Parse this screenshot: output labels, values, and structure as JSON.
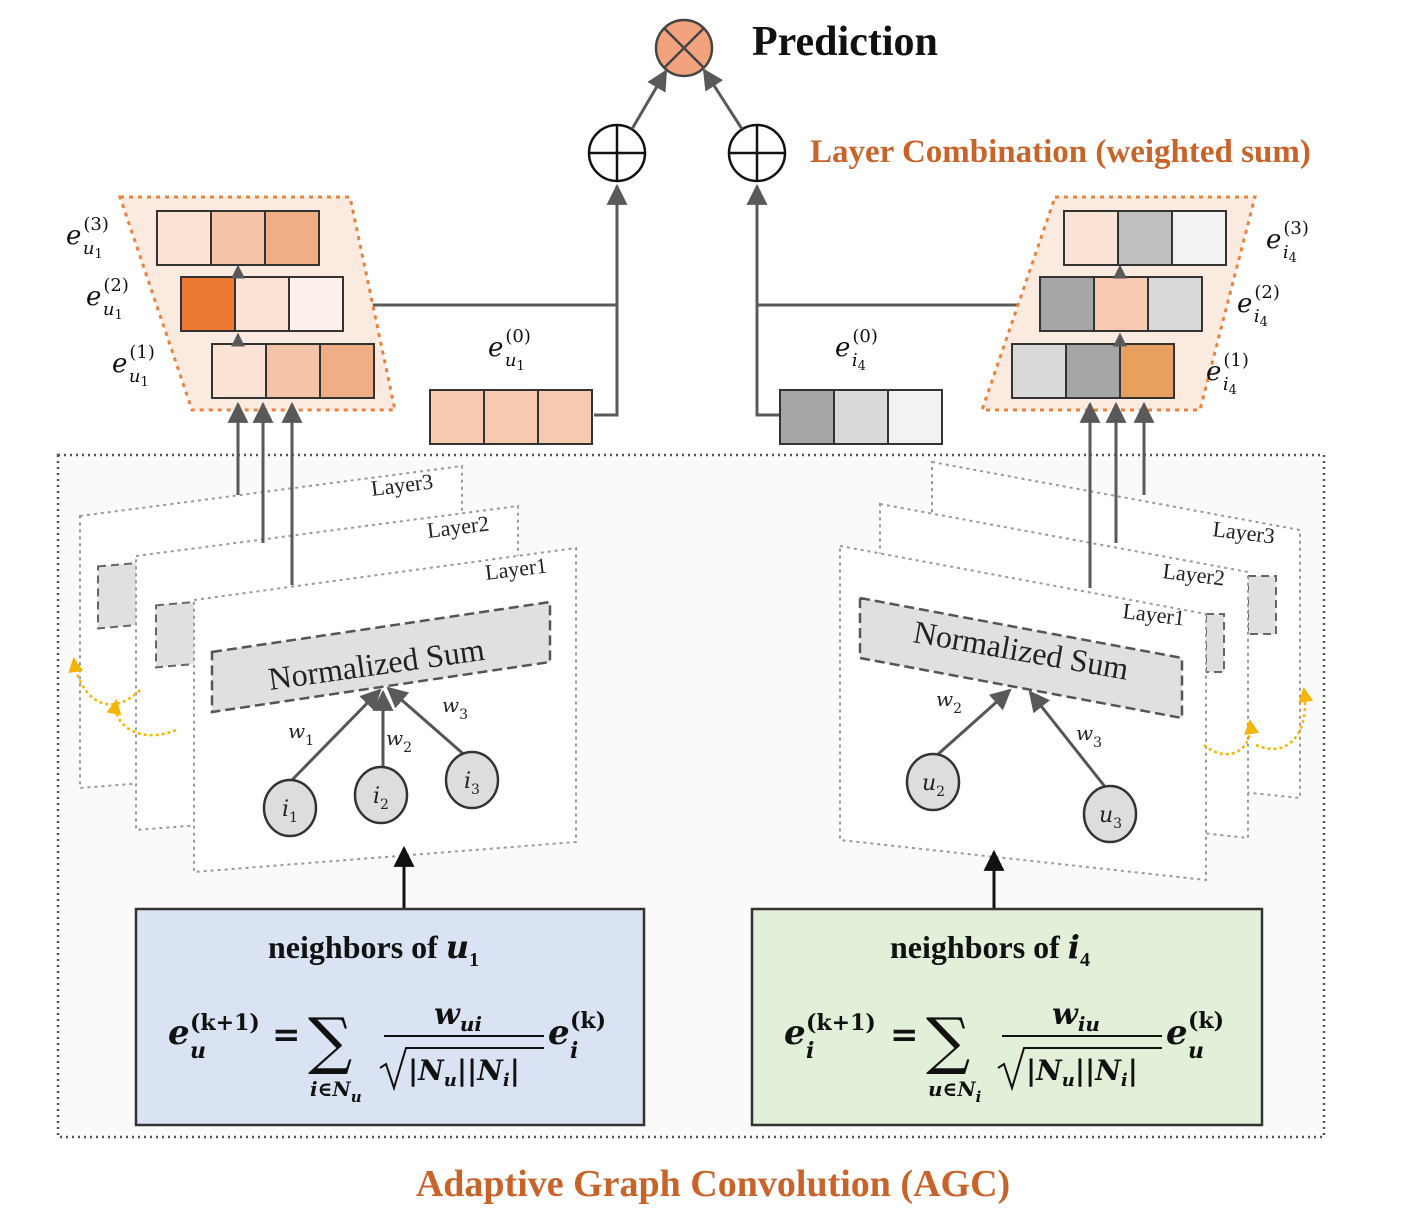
{
  "title": "Prediction",
  "layer_combination_label": "Layer Combination (weighted sum)",
  "agc_label": "Adaptive Graph Convolution (AGC)",
  "colors": {
    "orange_text": "#C8642A",
    "prediction_node": "#F2A27C",
    "dotted_orange": "#E8823C",
    "param_fill": "#FBE7DC",
    "left_box": "#DAE3F3",
    "right_box": "#E2F0D9",
    "gray_dark": "#333333"
  },
  "left": {
    "embedding_labels": {
      "e3": {
        "base": "e",
        "sub": "u",
        "subsub": "1",
        "sup": "(3)"
      },
      "e2": {
        "base": "e",
        "sub": "u",
        "subsub": "1",
        "sup": "(2)"
      },
      "e1": {
        "base": "e",
        "sub": "u",
        "subsub": "1",
        "sup": "(1)"
      },
      "e0": {
        "base": "e",
        "sub": "u",
        "subsub": "1",
        "sup": "(0)"
      }
    },
    "cells": {
      "e3": [
        "#FBE3D6",
        "#F5C4A8",
        "#F0AE86"
      ],
      "e2": [
        "#EC7A32",
        "#FBE3D6",
        "#FDF0EA"
      ],
      "e1": [
        "#FBE3D6",
        "#F5C4A8",
        "#F0AE86"
      ],
      "e0": [
        "#F7C9AE",
        "#F7C9AE",
        "#F7C9AE"
      ]
    },
    "layers": [
      "Layer3",
      "Layer2",
      "Layer1"
    ],
    "normalized_sum": "Normalized Sum",
    "weights": [
      {
        "base": "w",
        "sub": "1"
      },
      {
        "base": "w",
        "sub": "2"
      },
      {
        "base": "w",
        "sub": "3"
      }
    ],
    "nodes": [
      {
        "base": "i",
        "sub": "1"
      },
      {
        "base": "i",
        "sub": "2"
      },
      {
        "base": "i",
        "sub": "3"
      }
    ],
    "box_title": {
      "text": "neighbors of ",
      "var": "u",
      "sub": "1"
    },
    "formula": {
      "lhs": "e",
      "lhs_sub": "u",
      "lhs_sup": "(k+1)",
      "eq": "=",
      "sum": "∑",
      "sum_under": "i∈N",
      "sum_under_sub": "u",
      "num": "w",
      "num_sub": "ui",
      "den": "|N",
      "den_sub1": "u",
      "den_mid": "||N",
      "den_sub2": "i",
      "den_end": "|",
      "rhs": "e",
      "rhs_sub": "i",
      "rhs_sup": "(k)"
    }
  },
  "right": {
    "embedding_labels": {
      "e3": {
        "base": "e",
        "sub": "i",
        "subsub": "4",
        "sup": "(3)"
      },
      "e2": {
        "base": "e",
        "sub": "i",
        "subsub": "4",
        "sup": "(2)"
      },
      "e1": {
        "base": "e",
        "sub": "i",
        "subsub": "4",
        "sup": "(1)"
      },
      "e0": {
        "base": "e",
        "sub": "i",
        "subsub": "4",
        "sup": "(0)"
      }
    },
    "cells": {
      "e3": [
        "#FBE3D6",
        "#BFBFBF",
        "#F2F2F2"
      ],
      "e2": [
        "#A6A6A6",
        "#F7C9AE",
        "#D9D9D9"
      ],
      "e1": [
        "#D9D9D9",
        "#A6A6A6",
        "#E8A060"
      ],
      "e0": [
        "#A6A6A6",
        "#D9D9D9",
        "#F2F2F2"
      ]
    },
    "layers": [
      "Layer3",
      "Layer2",
      "Layer1"
    ],
    "normalized_sum": "Normalized Sum",
    "weights": [
      {
        "base": "w",
        "sub": "2"
      },
      {
        "base": "w",
        "sub": "3"
      }
    ],
    "nodes": [
      {
        "base": "u",
        "sub": "2"
      },
      {
        "base": "u",
        "sub": "3"
      }
    ],
    "box_title": {
      "text": "neighbors of ",
      "var": "i",
      "sub": "4"
    },
    "formula": {
      "lhs": "e",
      "lhs_sub": "i",
      "lhs_sup": "(k+1)",
      "eq": "=",
      "sum": "∑",
      "sum_under": "u∈N",
      "sum_under_sub": "i",
      "num": "w",
      "num_sub": "iu",
      "den": "|N",
      "den_sub1": "u",
      "den_mid": "||N",
      "den_sub2": "i",
      "den_end": "|",
      "rhs": "e",
      "rhs_sub": "u",
      "rhs_sup": "(k)"
    }
  }
}
